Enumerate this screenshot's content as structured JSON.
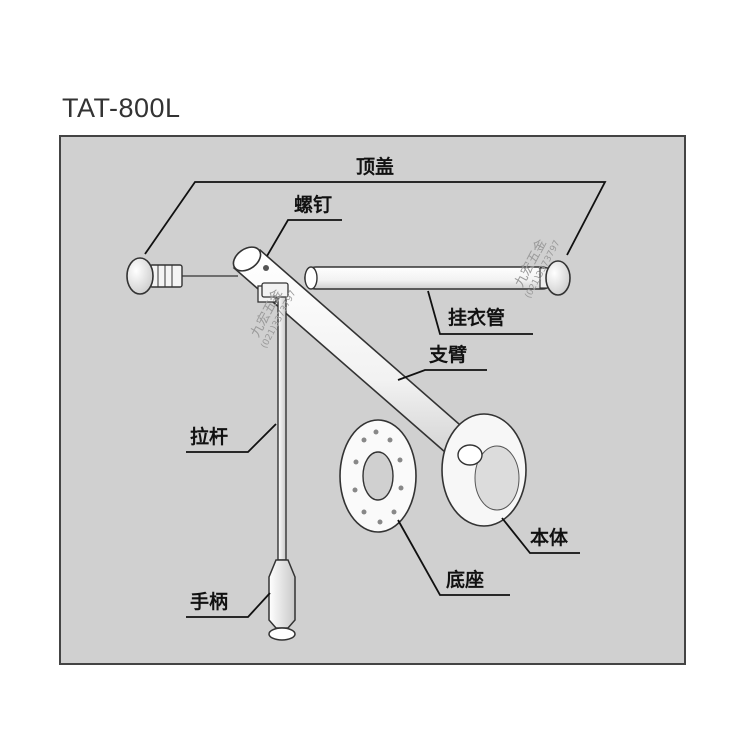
{
  "model": "TAT-800L",
  "labels": {
    "top_cap": "顶盖",
    "screw": "螺钉",
    "hanging_tube": "挂衣管",
    "support_arm": "支臂",
    "pull_rod": "拉杆",
    "handle": "手柄",
    "body": "本体",
    "base": "底座"
  },
  "watermarks": [
    {
      "text": "九宏五金",
      "sub": "(021)3373797"
    },
    {
      "text": "九宏五金",
      "sub": "(021)3373797"
    }
  ],
  "colors": {
    "panel": "#d0d0d0",
    "parts": "#ffffff",
    "outline": "#333333"
  }
}
